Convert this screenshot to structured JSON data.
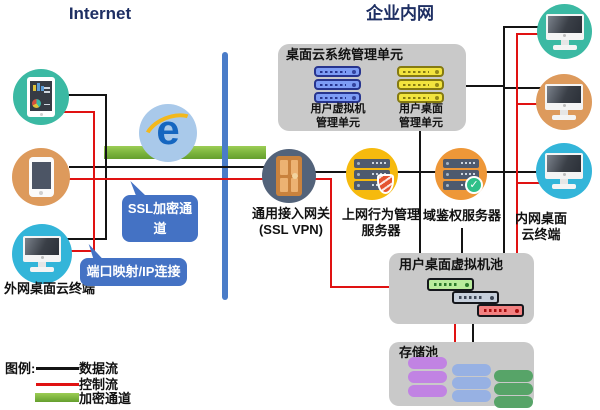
{
  "titles": {
    "internet": "Internet",
    "intranet": "企业内网"
  },
  "external_zone": {
    "terminal_label": "外网桌面云终端",
    "bubble_ssl": "SSL加密通道",
    "bubble_port": "端口映射/IP连接"
  },
  "gateway": {
    "label": "通用接入网关\n(SSL VPN)"
  },
  "servers": {
    "behavior_label": "上网行为管理\n服务器",
    "auth_label": "域鉴权服务器"
  },
  "management_box": {
    "title": "桌面云系统管理单元",
    "vm_unit_label": "用户虚拟机\n管理单元",
    "desktop_unit_label": "用户桌面\n管理单元"
  },
  "vm_pool": {
    "title": "用户桌面虚拟机池"
  },
  "storage_pool": {
    "title": "存储池"
  },
  "intranet_zone": {
    "terminal_label": "内网桌面云终端"
  },
  "legend": {
    "title": "图例:",
    "data_flow": "数据流",
    "control_flow": "控制流",
    "encrypted_channel": "加密通道"
  },
  "icons": [
    "tablet-icon",
    "smartphone-icon",
    "monitor-icon",
    "ie-browser-icon",
    "door-gateway-icon",
    "server-stack-icon",
    "shield-icon",
    "check-icon"
  ],
  "colors": {
    "data_flow_black": "#141414",
    "control_flow_red": "#e01212",
    "encrypted_channel_green": "#7ab33c",
    "boundary_blue": "#4a7cc8",
    "bubble_blue": "#4472c4",
    "teal_terminal": "#3bb9a3",
    "orange_terminal": "#dd9a5c",
    "cyan_terminal": "#33b5d9",
    "gateway_slate": "#53637a",
    "behavior_server_yellow": "#f6ba0e",
    "auth_server_orange": "#ee9738",
    "panel_gray": "#c9c9c9",
    "title_navy": "#1e2f63"
  }
}
